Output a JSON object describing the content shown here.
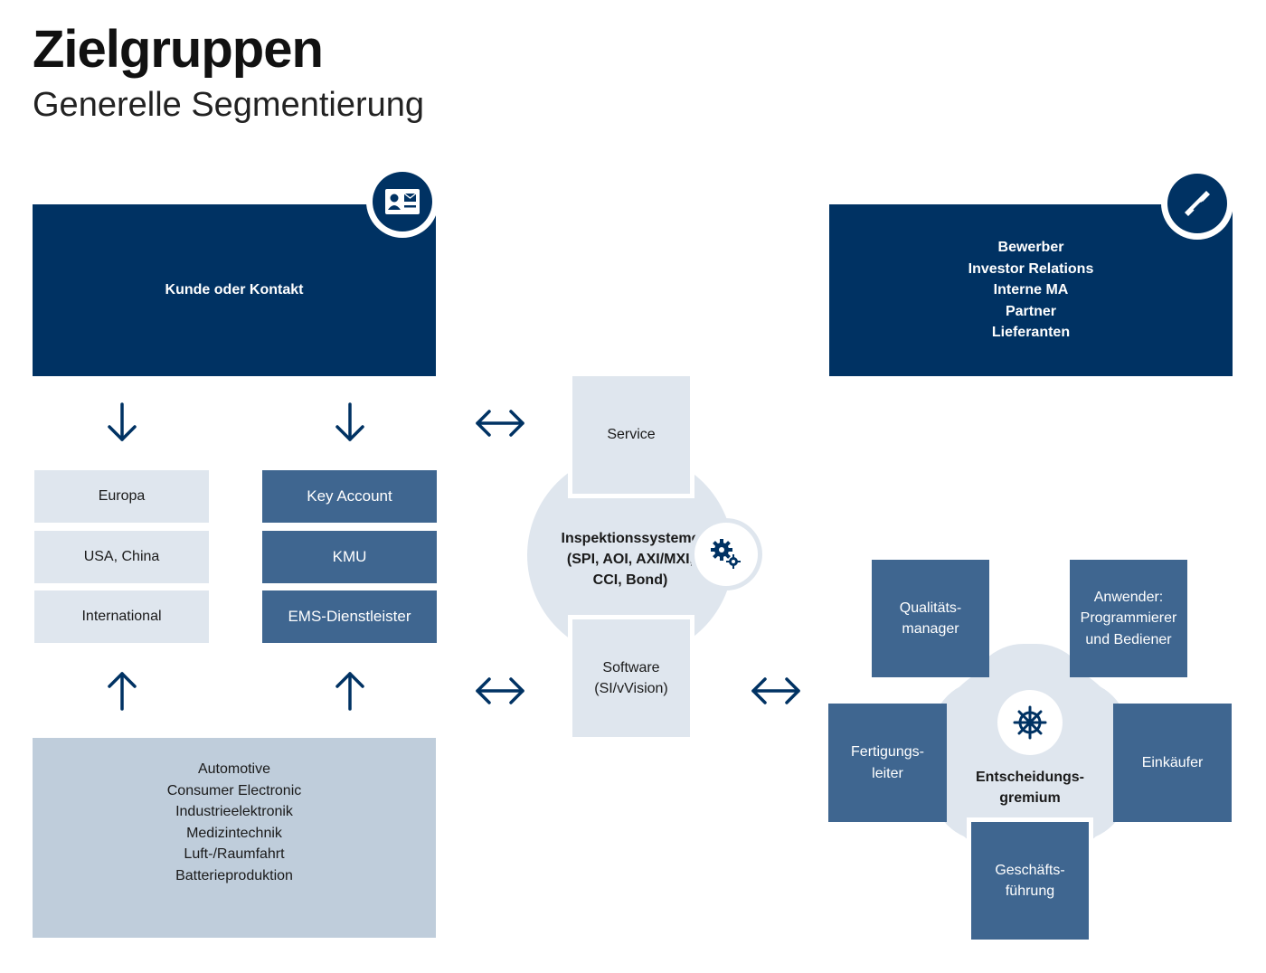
{
  "header": {
    "title": "Zielgruppen",
    "subtitle": "Generelle Segmentierung"
  },
  "kunde": {
    "label": "Kunde oder Kontakt",
    "icon": "contact-card-icon"
  },
  "stakeholders": {
    "items": [
      "Bewerber",
      "Investor Relations",
      "Interne MA",
      "Partner",
      "Lieferanten"
    ],
    "icon": "handshake-icon"
  },
  "regions": [
    "Europa",
    "USA, China",
    "International"
  ],
  "account_types": [
    "Key Account",
    "KMU",
    "EMS-Dienstleister"
  ],
  "industries": [
    "Automotive",
    "Consumer Electronic",
    "Industrieelektronik",
    "Medizintechnik",
    "Luft-/Raumfahrt",
    "Batterieproduktion"
  ],
  "products": {
    "service": "Service",
    "center_lines": [
      "Inspektionssysteme",
      "(SPI, AOI, AXI/MXI,",
      "CCI, Bond)"
    ],
    "software_lines": [
      "Software",
      "(SI/vVision)"
    ],
    "icon": "gears-icon"
  },
  "decision": {
    "center_lines": [
      "Entscheidungs-",
      "gremium"
    ],
    "icon": "ship-wheel-icon",
    "roles": {
      "qualitaet": [
        "Qualitäts-",
        "manager"
      ],
      "anwender": [
        "Anwender:",
        "Programmierer",
        "und Bediener"
      ],
      "fertigung": [
        "Fertigungs-",
        "leiter"
      ],
      "einkaeufer": [
        "Einkäufer"
      ],
      "geschaeft": [
        "Geschäfts-",
        "führung"
      ]
    }
  },
  "colors": {
    "navy": "#003263",
    "mid_blue": "#3f6690",
    "light_blue_grey": "#dfe6ee",
    "grey_blue": "#bfcddb"
  }
}
